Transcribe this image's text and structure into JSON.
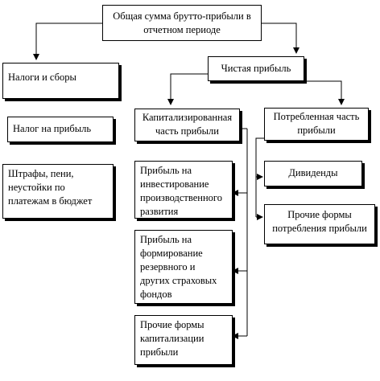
{
  "nodes": {
    "gross_profit": "Общая сумма брутто-прибыли в отчетном периоде",
    "taxes": "Налоги и сборы",
    "net_profit": "Чистая прибыль",
    "profit_tax": "Налог на прибыль",
    "fines": "Штрафы, пени, неустойки по платежам в бюджет",
    "capitalized": "Капитализированная часть прибыли",
    "consumed": "Потребленная часть прибыли",
    "investment": "Прибыль на инвестирование производственного развития",
    "reserve": "Прибыль на формирование резервного и других страховых фондов",
    "other_cap": "Прочие формы капитализации прибыли",
    "dividends": "Дивиденды",
    "other_consumption": "Прочие формы потребления прибыли"
  }
}
